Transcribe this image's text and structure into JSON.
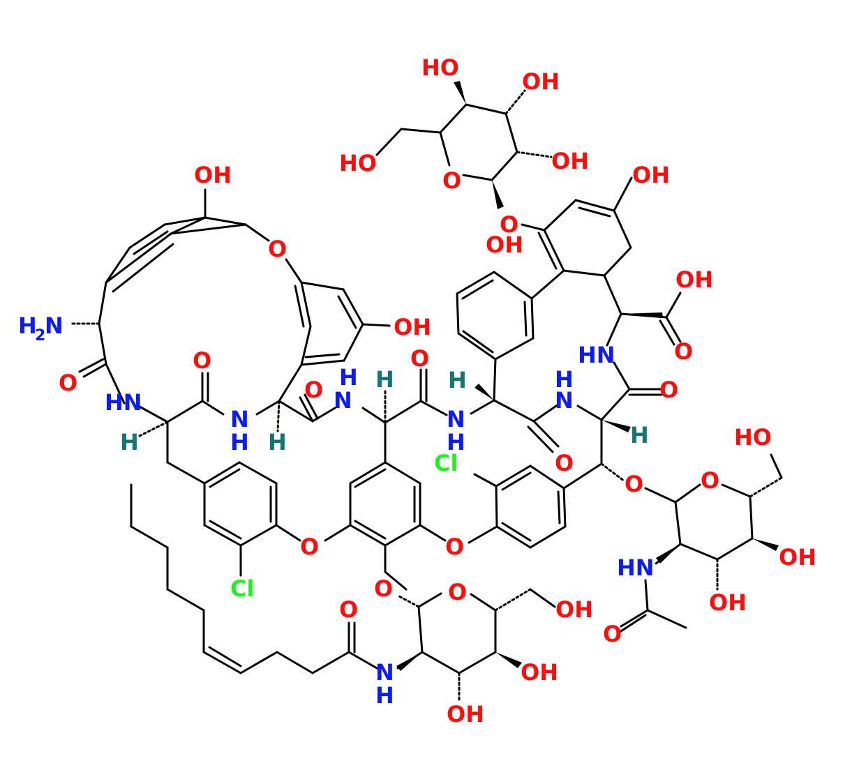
{
  "colors": {
    "bond": "#000000",
    "oxygen": "#ff0d0d",
    "nitrogen": "#0c1cf2",
    "chlorine": "#1ff01f",
    "hydrogen": "#147575"
  },
  "atoms": {
    "oh": "OH",
    "ho": "HO",
    "o": "O",
    "nh": "NH",
    "hn": "HN",
    "n": "N",
    "h": "H",
    "cl": "Cl",
    "nh2_text": "H",
    "nh2_sub": "2",
    "nh2_n": "N"
  }
}
